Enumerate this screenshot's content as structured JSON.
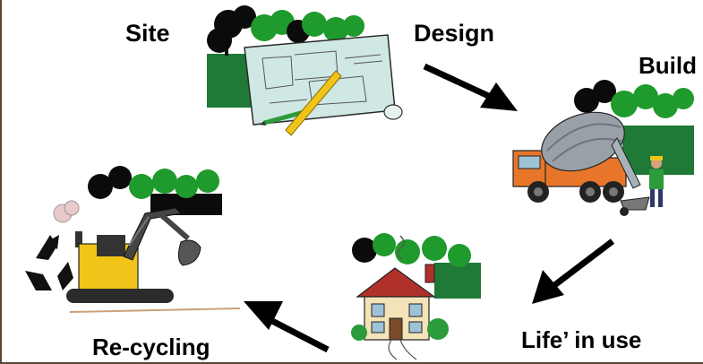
{
  "stages": {
    "site": "Site",
    "design": "Design",
    "build": "Build",
    "life_in_use": "Life’ in use",
    "recycling": "Re-cycling"
  },
  "colors": {
    "tree_dark": "#0b0b0b",
    "tree_green": "#1f9a2c",
    "ground_green": "#1e7a36",
    "blueprint": "#cfe8e4",
    "mixer_drum": "#9aa0a8",
    "truck_orange": "#e8762a",
    "excavator_yellow": "#f0c419",
    "house_wall": "#f4e2b8",
    "house_roof": "#b0302a",
    "arrow": "#000000"
  },
  "icons": [
    "trees-icon",
    "blueprint-icon",
    "pencil-icon",
    "ruler-icon",
    "cement-mixer-truck-icon",
    "worker-icon",
    "house-icon",
    "excavator-icon",
    "recycle-icon",
    "arrow-icon"
  ]
}
